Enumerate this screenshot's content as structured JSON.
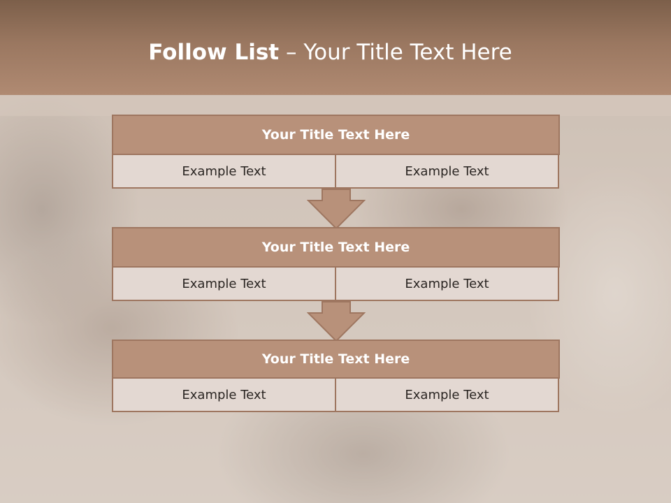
{
  "slide": {
    "title_bold": "Follow List",
    "title_rest": " – Your Title Text Here"
  },
  "steps": [
    {
      "title": "Your Title Text Here",
      "cells": [
        "Example Text",
        "Example Text"
      ]
    },
    {
      "title": "Your Title Text Here",
      "cells": [
        "Example Text",
        "Example Text"
      ]
    },
    {
      "title": "Your Title Text Here",
      "cells": [
        "Example Text",
        "Example Text"
      ]
    }
  ],
  "colors": {
    "header_fill": "#b8917a",
    "border": "#9e7660",
    "cell_fill": "#e3d8d2",
    "title_bar": "#9a7760"
  }
}
